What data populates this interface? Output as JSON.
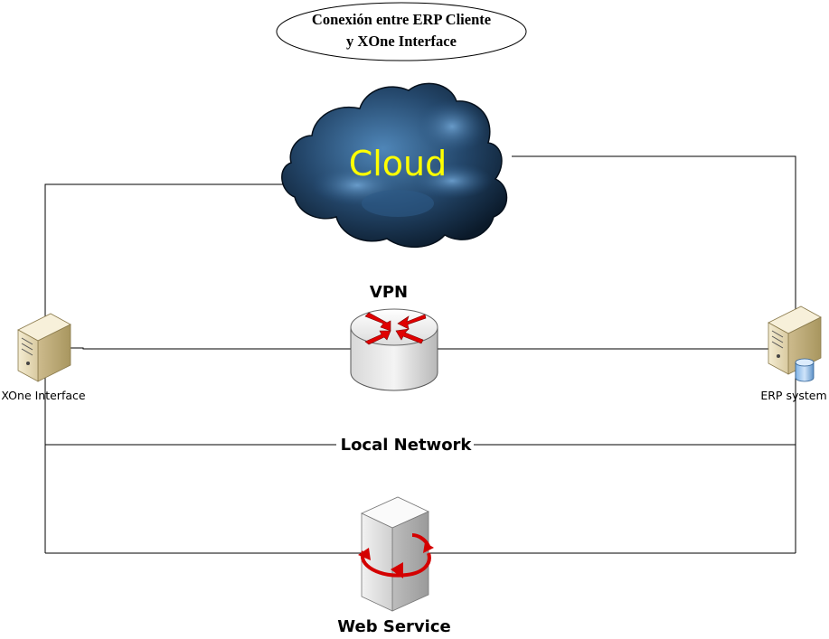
{
  "title": {
    "line1": "Conexión entre ERP Cliente",
    "line2": "y XOne Interface"
  },
  "cloud": {
    "label": "Cloud"
  },
  "vpn": {
    "label": "VPN"
  },
  "xone": {
    "label": "XOne Interface"
  },
  "erp": {
    "label": "ERP system"
  },
  "local_network": {
    "label": "Local Network"
  },
  "web_service": {
    "label": "Web Service"
  },
  "colors": {
    "cloud_text": "#ffff00",
    "arrows": "#e00000",
    "cloud_fill": "#1f3c5a",
    "server_beige": "#e8dcb8"
  },
  "icons": {
    "xone": "server-icon",
    "erp": "database-server-icon",
    "vpn": "router-icon",
    "web_service": "web-service-server-icon",
    "cloud": "cloud-icon"
  }
}
